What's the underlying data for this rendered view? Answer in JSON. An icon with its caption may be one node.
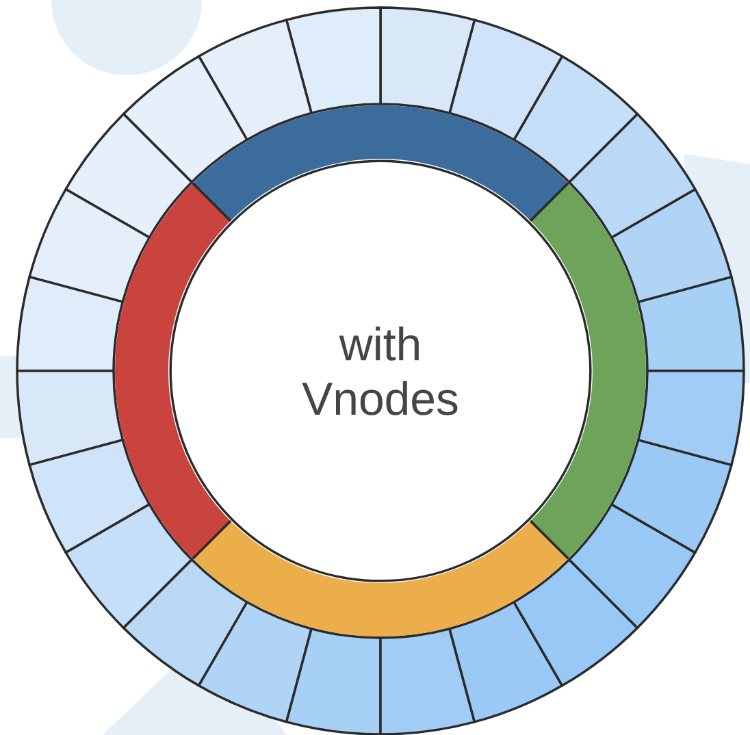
{
  "diagram": {
    "nodes": [
      {
        "text": [
          "with Vnodes"
        ]
      },
      {
        "text": [],
        "shape": "segment"
      },
      {
        "text": [],
        "shape": "segment"
      },
      {
        "text": [],
        "shape": "segment"
      },
      {
        "text": [],
        "shape": "segment"
      },
      {
        "text": [],
        "shape": "segment"
      },
      {
        "text": [],
        "shape": "segment"
      },
      {
        "text": [],
        "shape": "segment"
      },
      {
        "text": [],
        "shape": "segment"
      },
      {
        "text": [],
        "shape": "segment"
      },
      {
        "text": [],
        "shape": "segment"
      },
      {
        "text": [],
        "shape": "segment"
      },
      {
        "text": [],
        "shape": "segment"
      },
      {
        "text": [],
        "shape": "segment"
      },
      {
        "text": [],
        "shape": "segment"
      },
      {
        "text": [],
        "shape": "segment"
      },
      {
        "text": [],
        "shape": "segment"
      },
      {
        "text": [],
        "shape": "segment"
      },
      {
        "text": [],
        "shape": "segment"
      },
      {
        "text": [],
        "shape": "segment"
      },
      {
        "text": [],
        "shape": "segment"
      },
      {
        "text": [],
        "shape": "segment"
      },
      {
        "text": [],
        "shape": "segment"
      },
      {
        "text": [],
        "shape": "segment"
      },
      {
        "text": [],
        "shape": "segment"
      },
      {
        "text": [],
        "shape": "arc"
      },
      {
        "text": [],
        "shape": "arc"
      },
      {
        "text": [],
        "shape": "arc"
      },
      {
        "text": [],
        "shape": "arc"
      }
    ]
  }
}
